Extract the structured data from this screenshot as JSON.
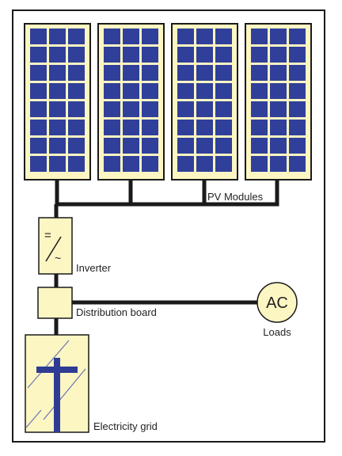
{
  "labels": {
    "pv_modules": "PV Modules",
    "inverter": "Inverter",
    "distribution_board": "Distribution board",
    "loads": "Loads",
    "ac": "AC",
    "electricity_grid": "Electricity grid",
    "inverter_symbol_dc": "=",
    "inverter_symbol_ac": "~"
  },
  "colors": {
    "panel_fill": "#fcf6c2",
    "cell_fill": "#303f9a",
    "line": "#1a1a1a",
    "pole": "#2e3c93",
    "wire": "#6c73b8"
  },
  "icons": {
    "modules": "solar-panel-icon",
    "inverter": "inverter-icon",
    "grid": "utility-pole-icon"
  }
}
